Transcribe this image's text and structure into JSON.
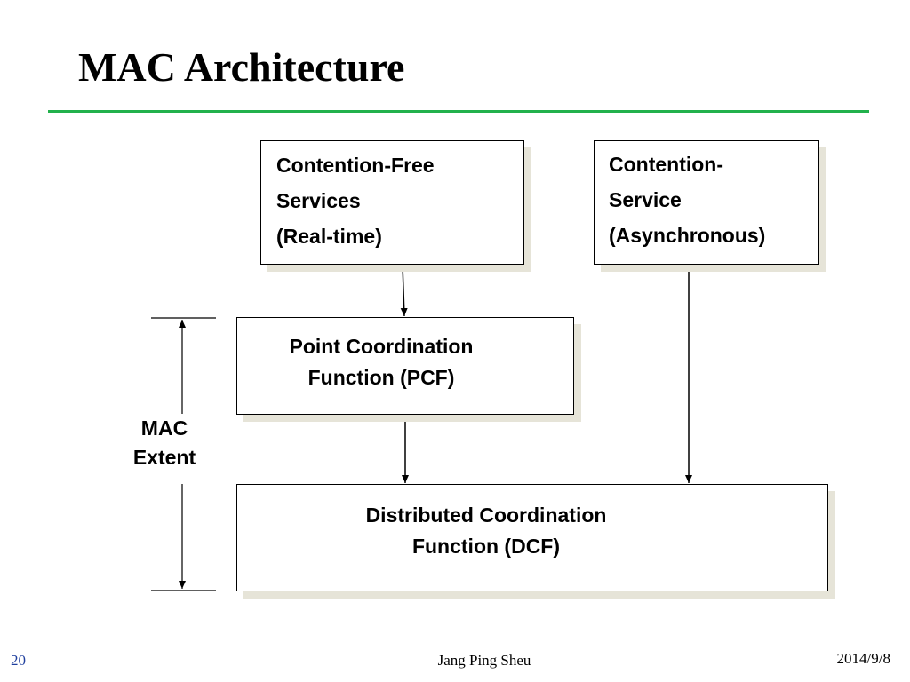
{
  "slide": {
    "title": "MAC Architecture"
  },
  "boxes": {
    "contention_free": {
      "lines": [
        "Contention-Free",
        "Services",
        "(Real-time)"
      ]
    },
    "contention_service": {
      "lines": [
        "Contention-",
        "Service",
        "(Asynchronous)"
      ]
    },
    "pcf": {
      "lines": [
        "Point Coordination",
        "Function (PCF)"
      ]
    },
    "dcf": {
      "lines": [
        "Distributed Coordination",
        "Function (DCF)"
      ]
    }
  },
  "mac_extent": {
    "lines": [
      "MAC",
      "Extent"
    ]
  },
  "footer": {
    "page_number": "20",
    "author": "Jang Ping Sheu",
    "date": "2014/9/8"
  },
  "colors": {
    "title_rule": "#22b14c",
    "page_number": "#1f3f9e",
    "box_shadow": "#e6e4d8"
  }
}
